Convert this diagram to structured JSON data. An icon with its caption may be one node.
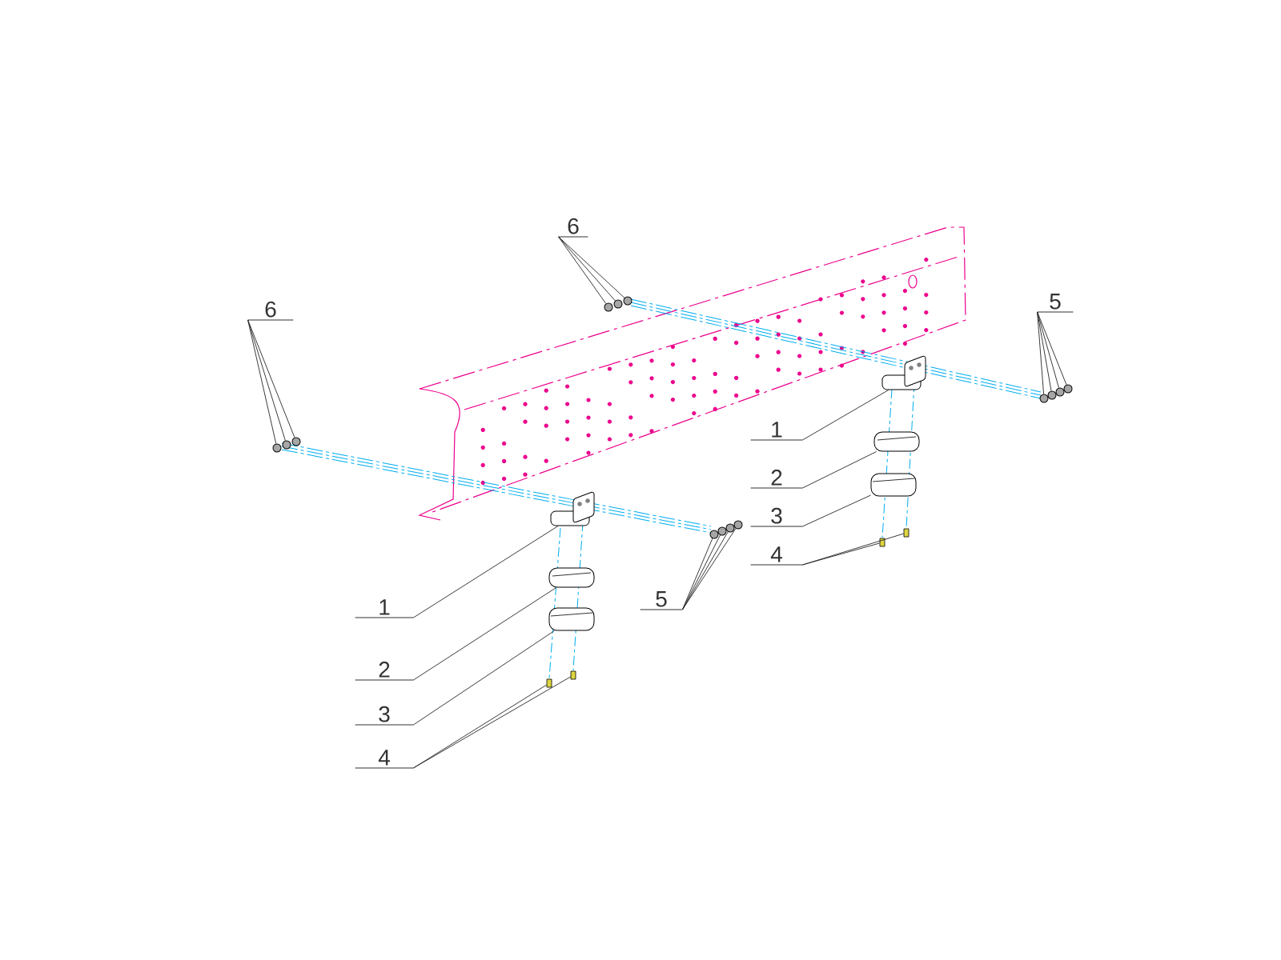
{
  "diagram": {
    "nodes": [
      {
        "text": [
          "6"
        ]
      },
      {
        "text": [],
        "shape": "circle"
      },
      {
        "text": [],
        "shape": "circle"
      },
      {
        "text": [],
        "shape": "circle"
      },
      {
        "text": [
          "6"
        ]
      },
      {
        "text": [],
        "shape": "circle"
      },
      {
        "text": [],
        "shape": "circle"
      },
      {
        "text": [],
        "shape": "circle"
      },
      {
        "text": [
          "5"
        ]
      },
      {
        "text": [],
        "shape": "circle"
      },
      {
        "text": [],
        "shape": "circle"
      },
      {
        "text": [],
        "shape": "circle"
      },
      {
        "text": [],
        "shape": "circle"
      },
      {
        "text": [
          "5"
        ]
      },
      {
        "text": [],
        "shape": "circle"
      },
      {
        "text": [],
        "shape": "circle"
      },
      {
        "text": [],
        "shape": "circle"
      },
      {
        "text": [],
        "shape": "circle"
      },
      {
        "text": [
          "1"
        ]
      },
      {
        "text": [],
        "shape": "picture"
      },
      {
        "text": [
          "2"
        ]
      },
      {
        "text": [],
        "shape": "picture"
      },
      {
        "text": [
          "3"
        ]
      },
      {
        "text": [],
        "shape": "picture"
      },
      {
        "text": [
          "4"
        ]
      },
      {
        "text": [],
        "shape": "box"
      },
      {
        "text": [],
        "shape": "box"
      },
      {
        "text": [
          "1"
        ]
      },
      {
        "text": [],
        "shape": "picture"
      },
      {
        "text": [
          "2"
        ]
      },
      {
        "text": [],
        "shape": "picture"
      },
      {
        "text": [
          "3"
        ]
      },
      {
        "text": [],
        "shape": "picture"
      },
      {
        "text": [
          "4"
        ]
      },
      {
        "text": [],
        "shape": "box"
      },
      {
        "text": [],
        "shape": "box"
      }
    ],
    "edges": [
      {
        "from": 0,
        "to": 1,
        "arrow": "none"
      },
      {
        "from": 0,
        "to": 2,
        "arrow": "none"
      },
      {
        "from": 0,
        "to": 3,
        "arrow": "none"
      },
      {
        "from": 4,
        "to": 5,
        "arrow": "none"
      },
      {
        "from": 4,
        "to": 6,
        "arrow": "none"
      },
      {
        "from": 4,
        "to": 7,
        "arrow": "none"
      },
      {
        "from": 8,
        "to": 9,
        "arrow": "none"
      },
      {
        "from": 8,
        "to": 10,
        "arrow": "none"
      },
      {
        "from": 8,
        "to": 11,
        "arrow": "none"
      },
      {
        "from": 8,
        "to": 12,
        "arrow": "none"
      },
      {
        "from": 13,
        "to": 14,
        "arrow": "none"
      },
      {
        "from": 13,
        "to": 15,
        "arrow": "none"
      },
      {
        "from": 13,
        "to": 16,
        "arrow": "none"
      },
      {
        "from": 13,
        "to": 17,
        "arrow": "none"
      },
      {
        "from": 18,
        "to": 19,
        "arrow": "none"
      },
      {
        "from": 20,
        "to": 21,
        "arrow": "none"
      },
      {
        "from": 22,
        "to": 23,
        "arrow": "none"
      },
      {
        "from": 24,
        "to": 25,
        "arrow": "none"
      },
      {
        "from": 24,
        "to": 26,
        "arrow": "none"
      },
      {
        "from": 27,
        "to": 28,
        "arrow": "none"
      },
      {
        "from": 29,
        "to": 30,
        "arrow": "none"
      },
      {
        "from": 31,
        "to": 32,
        "arrow": "none"
      },
      {
        "from": 33,
        "to": 34,
        "arrow": "none"
      },
      {
        "from": 33,
        "to": 35,
        "arrow": "none"
      }
    ]
  }
}
